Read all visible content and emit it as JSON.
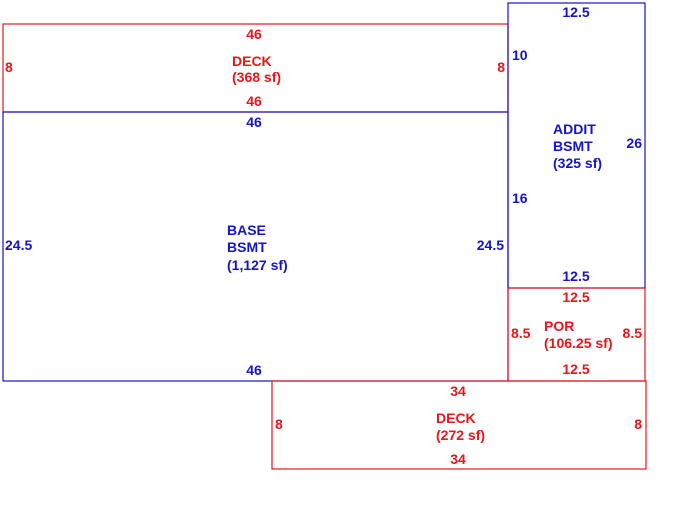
{
  "colors": {
    "deck": "#e8161b",
    "basement": "#1414c8",
    "background": "#ffffff"
  },
  "areas": {
    "deck_top": {
      "name": "DECK",
      "area": "(368 sf)",
      "top": "46",
      "bottom": "46",
      "left": "8",
      "right": "8"
    },
    "base_bsmt": {
      "name_line1": "BASE",
      "name_line2": "BSMT",
      "area": "(1,127 sf)",
      "top": "46",
      "bottom": "46",
      "left": "24.5",
      "right": "24.5"
    },
    "addit_bsmt": {
      "name_line1": "ADDIT",
      "name_line2": "BSMT",
      "area": "(325 sf)",
      "top": "12.5",
      "bottom": "12.5",
      "right": "26",
      "left_upper": "10",
      "left_lower": "16"
    },
    "por": {
      "name": "POR",
      "area": "(106.25 sf)",
      "top": "12.5",
      "bottom": "12.5",
      "left": "8.5",
      "right": "8.5"
    },
    "deck_bottom": {
      "name": "DECK",
      "area": "(272 sf)",
      "top": "34",
      "bottom": "34",
      "left": "8",
      "right": "8"
    }
  }
}
